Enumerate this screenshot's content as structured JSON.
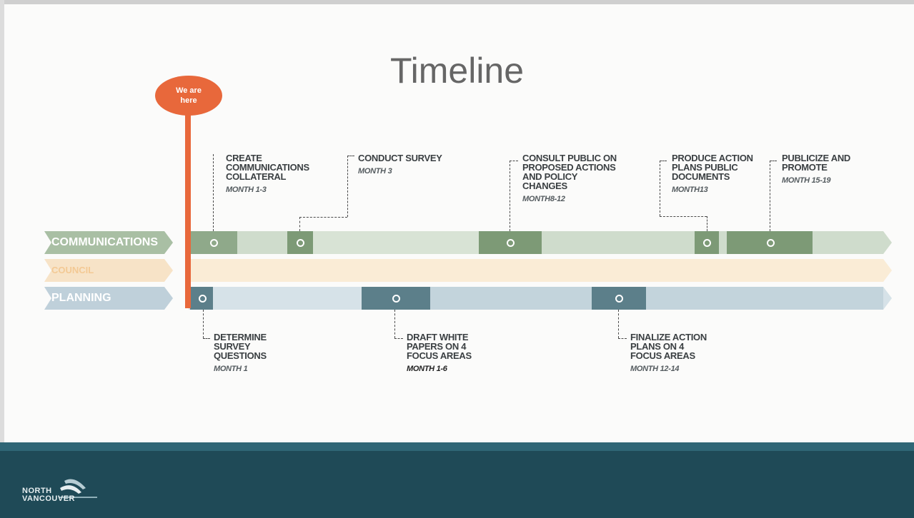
{
  "title": "Timeline",
  "marker": {
    "label": "We are here",
    "color": "#e8683b"
  },
  "rows": [
    {
      "label": "COMMUNICATIONS",
      "color": "#a9bfa4",
      "text_color": "#ffffff"
    },
    {
      "label": "COUNCIL",
      "color": "#f7e3c7",
      "text_color": "#f3c994"
    },
    {
      "label": "PLANNING",
      "color": "#bfd0da",
      "text_color": "#ffffff"
    }
  ],
  "milestones": {
    "comm1": {
      "title": "CREATE COMMUNICATIONS COLLATERAL",
      "month": "MONTH 1-3"
    },
    "comm2": {
      "title": "CONDUCT SURVEY",
      "month": "MONTH 3"
    },
    "comm3": {
      "title": "CONSULT PUBLIC ON PROPOSED ACTIONS AND POLICY CHANGES",
      "month": "MONTH8-12"
    },
    "comm4": {
      "title": "PRODUCE ACTION PLANS PUBLIC DOCUMENTS",
      "month": "MONTH13"
    },
    "comm5": {
      "title": "PUBLICIZE AND PROMOTE",
      "month": "MONTH 15-19"
    },
    "plan1": {
      "title": "DETERMINE SURVEY QUESTIONS",
      "month": "MONTH 1"
    },
    "plan2": {
      "title": "DRAFT WHITE PAPERS ON 4 FOCUS AREAS",
      "month": "MONTH 1-6"
    },
    "plan3": {
      "title": "FINALIZE ACTION PLANS ON 4 FOCUS AREAS",
      "month": "MONTH 12-14"
    }
  },
  "footer": {
    "logo_line1": "NORTH",
    "logo_line2": "VANCOUVER",
    "brand_color": "#1f4a57"
  },
  "colors": {
    "comm_dark": "#7d9a76",
    "plan_dark": "#5c7f8a"
  }
}
